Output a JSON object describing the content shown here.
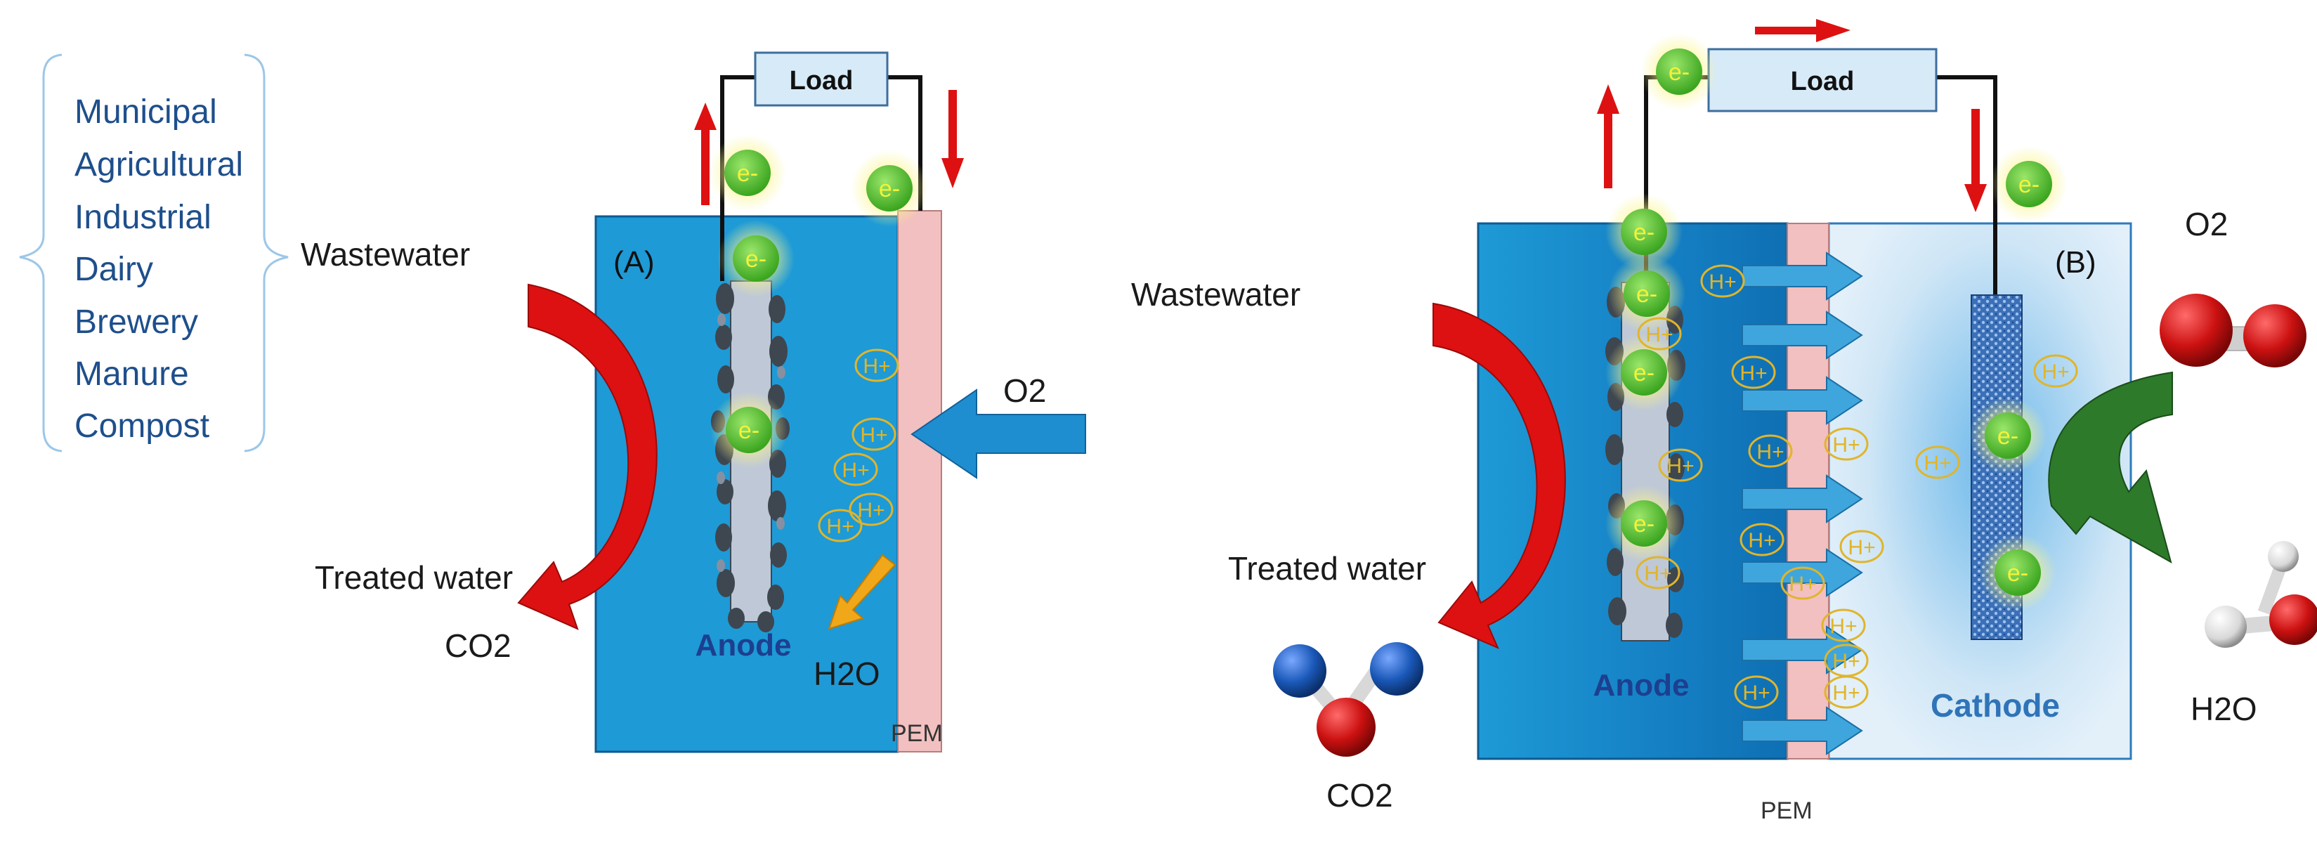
{
  "sources": {
    "items": [
      "Municipal",
      "Agricultural",
      "Industrial",
      "Dairy",
      "Brewery",
      "Manure",
      "Compost"
    ]
  },
  "panel_a": {
    "label": "(A)",
    "load": "Load",
    "wastewater": "Wastewater",
    "treated_water": "Treated water",
    "co2": "CO2",
    "o2": "O2",
    "h2o": "H2O",
    "anode": "Anode",
    "pem": "PEM",
    "electron": "e-",
    "proton": "H+"
  },
  "panel_b": {
    "label": "(B)",
    "load": "Load",
    "wastewater": "Wastewater",
    "treated_water": "Treated water",
    "co2": "CO2",
    "o2": "O2",
    "h2o": "H2O",
    "anode": "Anode",
    "cathode": "Cathode",
    "pem": "PEM",
    "electron": "e-",
    "proton": "H+"
  },
  "colors": {
    "chamber": "#1e9ad6",
    "chamber_dark": "#1479bd",
    "cathode_chamber": "#d3e9f7",
    "pem": "#f2c0c0",
    "current_arrow": "#dd1111",
    "o2_arrow": "#1f8ed0",
    "proton_arrow": "#3fa6dd",
    "h2o_arrow": "#f0a81a",
    "electron": "#52c12f",
    "electron_glow": "#fbf58a",
    "oxygen_atom": "#cc1111",
    "carbon_atom": "#1a58b8",
    "hydrogen_atom": "#e8e8e8",
    "green_arrow": "#2d7a2a"
  }
}
